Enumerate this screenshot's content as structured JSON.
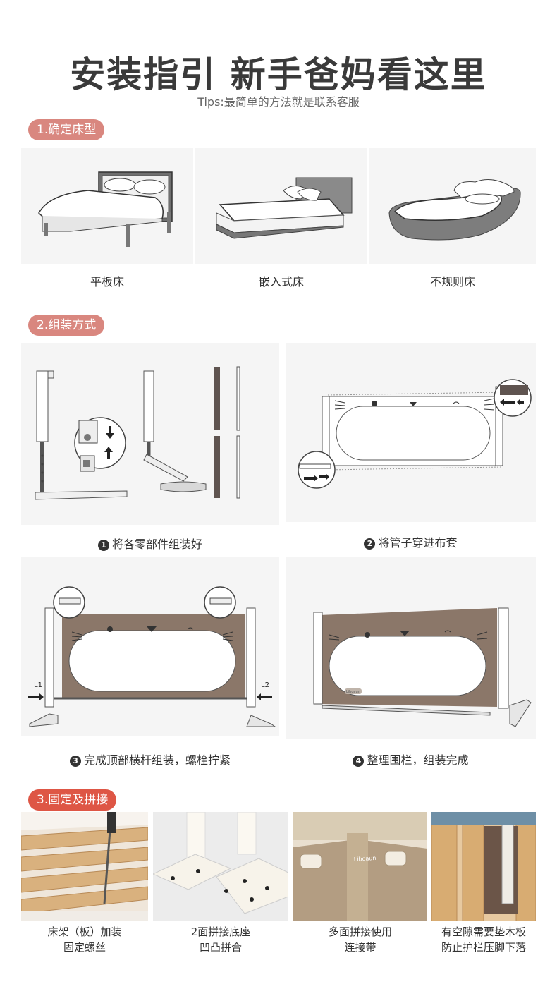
{
  "header": {
    "title": "安装指引 新手爸妈看这里",
    "subtitle": "Tips:最简单的方法就是联系客服"
  },
  "section1": {
    "label": "1.确定床型",
    "items": [
      {
        "label": "平板床"
      },
      {
        "label": "嵌入式床"
      },
      {
        "label": "不规则床"
      }
    ]
  },
  "section2": {
    "label": "2.组装方式",
    "steps": [
      {
        "num": "1",
        "label": "将各零部件组装好"
      },
      {
        "num": "2",
        "label": "将管子穿进布套"
      },
      {
        "num": "3",
        "label": "完成顶部横杆组装，螺栓拧紧"
      },
      {
        "num": "4",
        "label": "整理围栏，组装完成"
      }
    ],
    "markers": {
      "left": "L1",
      "right": "L2"
    },
    "brand": "Liboaun"
  },
  "section3": {
    "label": "3.固定及拼接",
    "items": [
      {
        "line1": "床架（板）加装",
        "line2": "固定螺丝"
      },
      {
        "line1": "2面拼接底座",
        "line2": "凹凸拼合"
      },
      {
        "line1": "多面拼接使用",
        "line2": "连接带"
      },
      {
        "line1": "有空隙需要垫木板",
        "line2": "防止护栏压脚下落"
      }
    ]
  },
  "colors": {
    "accent_rose": "#d9877f",
    "accent_red": "#de5645",
    "panel_bg": "#f5f5f5",
    "fabric": "#8b7769"
  }
}
